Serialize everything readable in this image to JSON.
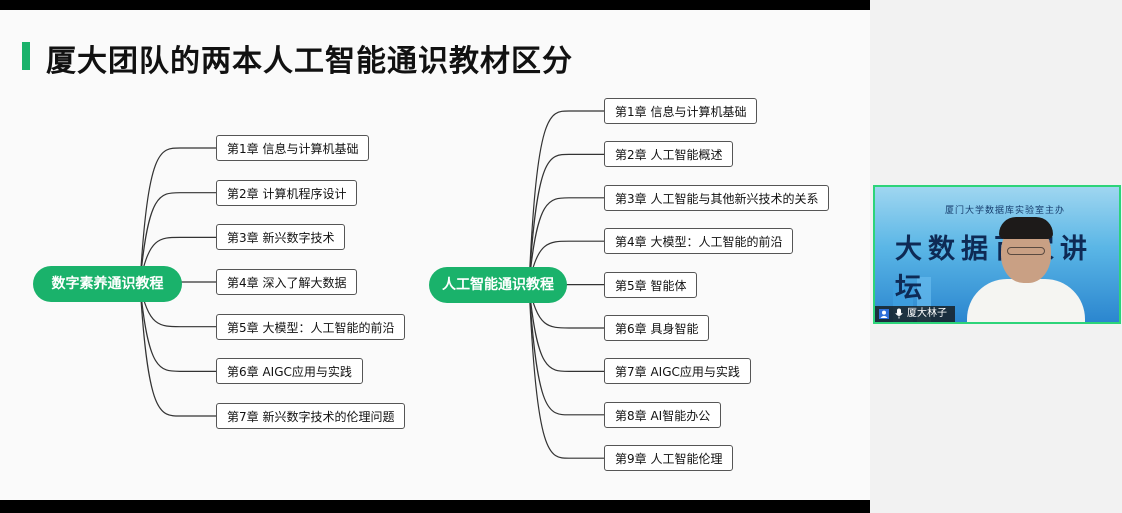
{
  "slide": {
    "title": "厦大团队的两本人工智能通识教材区分",
    "accent_color": "#1ab26b",
    "mindmaps": [
      {
        "root": "数字素养通识教程",
        "chapters": [
          "第1章 信息与计算机基础",
          "第2章 计算机程序设计",
          "第3章 新兴数字技术",
          "第4章 深入了解大数据",
          "第5章 大模型：人工智能的前沿",
          "第6章 AIGC应用与实践",
          "第7章 新兴数字技术的伦理问题"
        ]
      },
      {
        "root": "人工智能通识教程",
        "chapters": [
          "第1章 信息与计算机基础",
          "第2章 人工智能概述",
          "第3章 人工智能与其他新兴技术的关系",
          "第4章 大模型：人工智能的前沿",
          "第5章 智能体",
          "第6章 具身智能",
          "第7章 AIGC应用与实践",
          "第8章 AI智能办公",
          "第9章 人工智能伦理"
        ]
      }
    ]
  },
  "video": {
    "banner_sub": "厦门大学数据库实验室主办",
    "banner_main": "大数据百家讲坛",
    "participant_name": "厦大林子雨",
    "border_color": "#2dd47a",
    "icons": [
      "user-icon",
      "microphone-icon"
    ]
  }
}
